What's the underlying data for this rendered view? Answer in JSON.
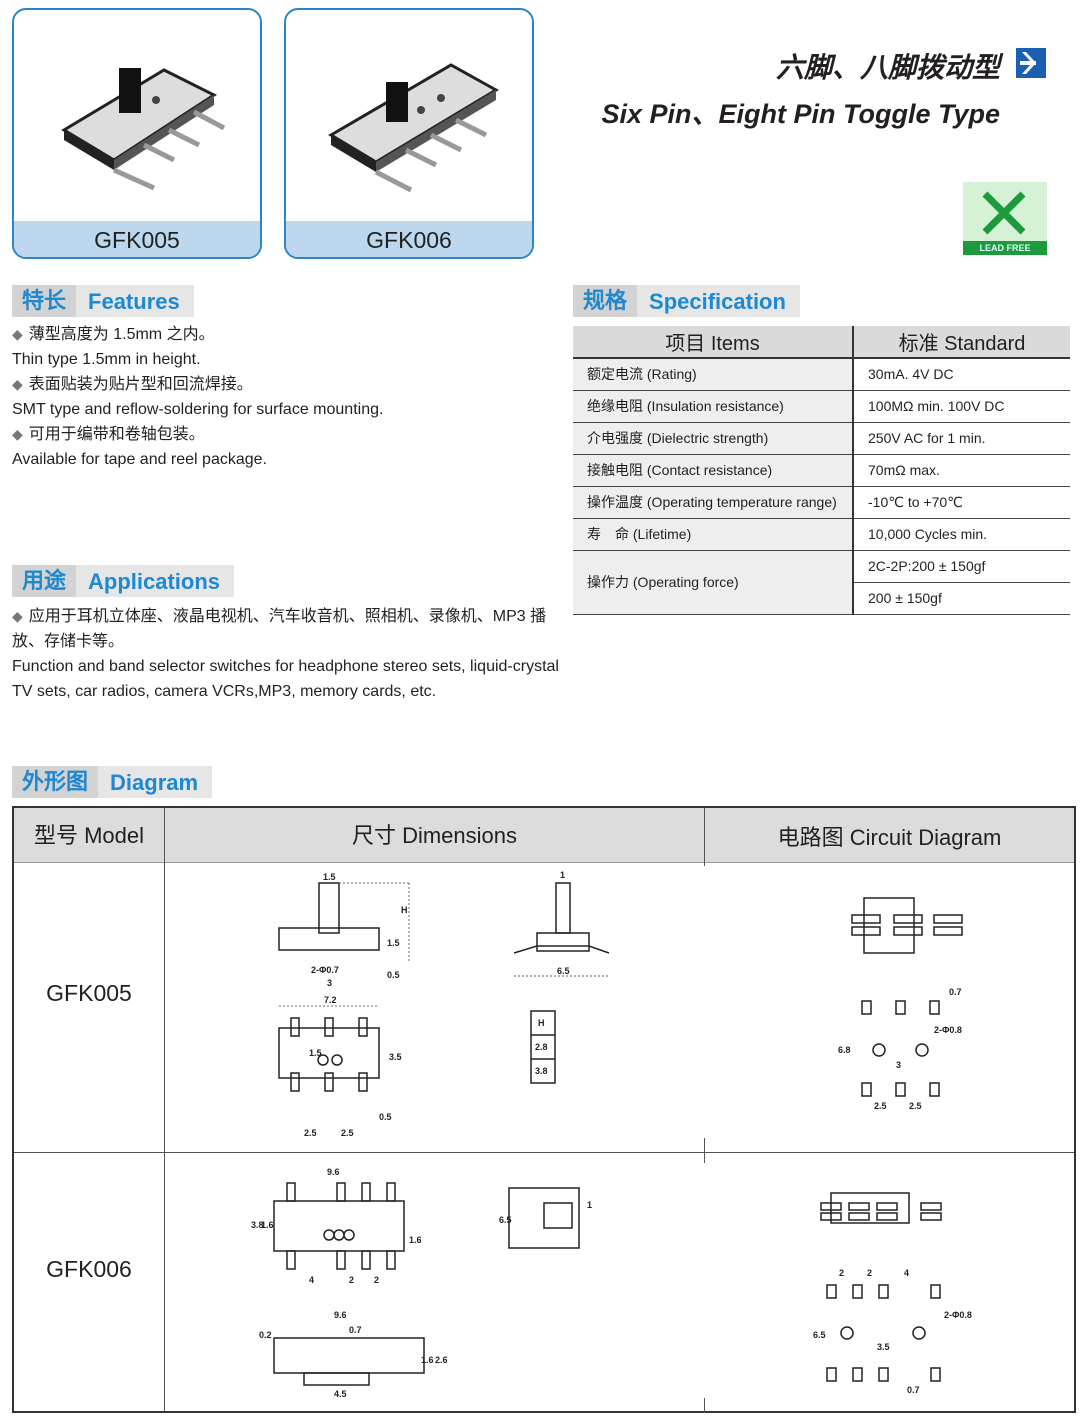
{
  "products": [
    {
      "label": "GFK005"
    },
    {
      "label": "GFK006"
    }
  ],
  "title": {
    "cn": "六脚、八脚拨动型",
    "en": "Six Pin、Eight Pin Toggle Type"
  },
  "badge": {
    "text": "LEAD FREE"
  },
  "features": {
    "cn": "特长",
    "en": "Features",
    "items": [
      {
        "cn": "薄型高度为 1.5mm 之内。",
        "en": "Thin type 1.5mm in height."
      },
      {
        "cn": "表面贴装为贴片型和回流焊接。",
        "en": "SMT type and reflow-soldering for surface mounting."
      },
      {
        "cn": "可用于编带和卷轴包装。",
        "en": "Available for tape and reel package."
      }
    ]
  },
  "applications": {
    "cn": "用途",
    "en": "Applications",
    "item_cn": "应用于耳机立体座、液晶电视机、汽车收音机、照相机、录像机、MP3 播放、存储卡等。",
    "item_en": "Function and band selector switches for headphone stereo sets, liquid-crystal TV sets, car radios, camera VCRs,MP3, memory cards, etc."
  },
  "specification": {
    "cn": "规格",
    "en": "Specification",
    "headers": [
      "项目 Items",
      "标准 Standard"
    ],
    "rows": [
      {
        "item": "额定电流 (Rating)",
        "value": "30mA. 4V DC"
      },
      {
        "item": "绝缘电阻 (Insulation resistance)",
        "value": "100MΩ min. 100V DC"
      },
      {
        "item": "介电强度 (Dielectric strength)",
        "value": "250V AC for 1 min."
      },
      {
        "item": "接触电阻 (Contact resistance)",
        "value": "70mΩ max."
      },
      {
        "item": "操作温度 (Operating temperature range)",
        "value": "-10℃ to +70℃"
      },
      {
        "item": "寿　命 (Lifetime)",
        "value": "10,000 Cycles min."
      },
      {
        "item": "操作力 (Operating force)",
        "value": "2C-2P:200 ± 150gf",
        "value2": "200 ± 150gf"
      }
    ]
  },
  "diagram": {
    "cn": "外形图",
    "en": "Diagram",
    "headers": [
      "型号 Model",
      "尺寸 Dimensions",
      "电路图 Circuit Diagram"
    ],
    "models": [
      "GFK005",
      "GFK006"
    ],
    "gfk005_dims": {
      "a": "1.5",
      "b": "H",
      "c": "1.5",
      "d": "2-Φ0.7",
      "e": "3",
      "f": "0.5",
      "g": "7.2",
      "h": "1.5",
      "i": "3.5",
      "j": "2.5",
      "k": "2.5",
      "l": "0.5",
      "m": "1",
      "n": "6.5"
    },
    "h_table": [
      "H",
      "2.8",
      "3.8"
    ],
    "gfk005_circuit": {
      "a": "0.7",
      "b": "2-Φ0.8",
      "c": "3",
      "d": "6.8",
      "e": "2.5",
      "f": "2.5"
    },
    "gfk006_dims": {
      "a": "9.6",
      "b": "3.8",
      "c": "1.6",
      "d": "1.6",
      "e": "4",
      "f": "2",
      "g": "2",
      "h": "0.2",
      "i": "9.6",
      "j": "0.7",
      "k": "4.5",
      "l": "1.6",
      "m": "2.6",
      "n": "6.5",
      "o": "1"
    },
    "gfk006_circuit": {
      "a": "2",
      "b": "2",
      "c": "4",
      "d": "2-Φ0.8",
      "e": "6.5",
      "f": "3.5",
      "g": "0.7"
    }
  }
}
